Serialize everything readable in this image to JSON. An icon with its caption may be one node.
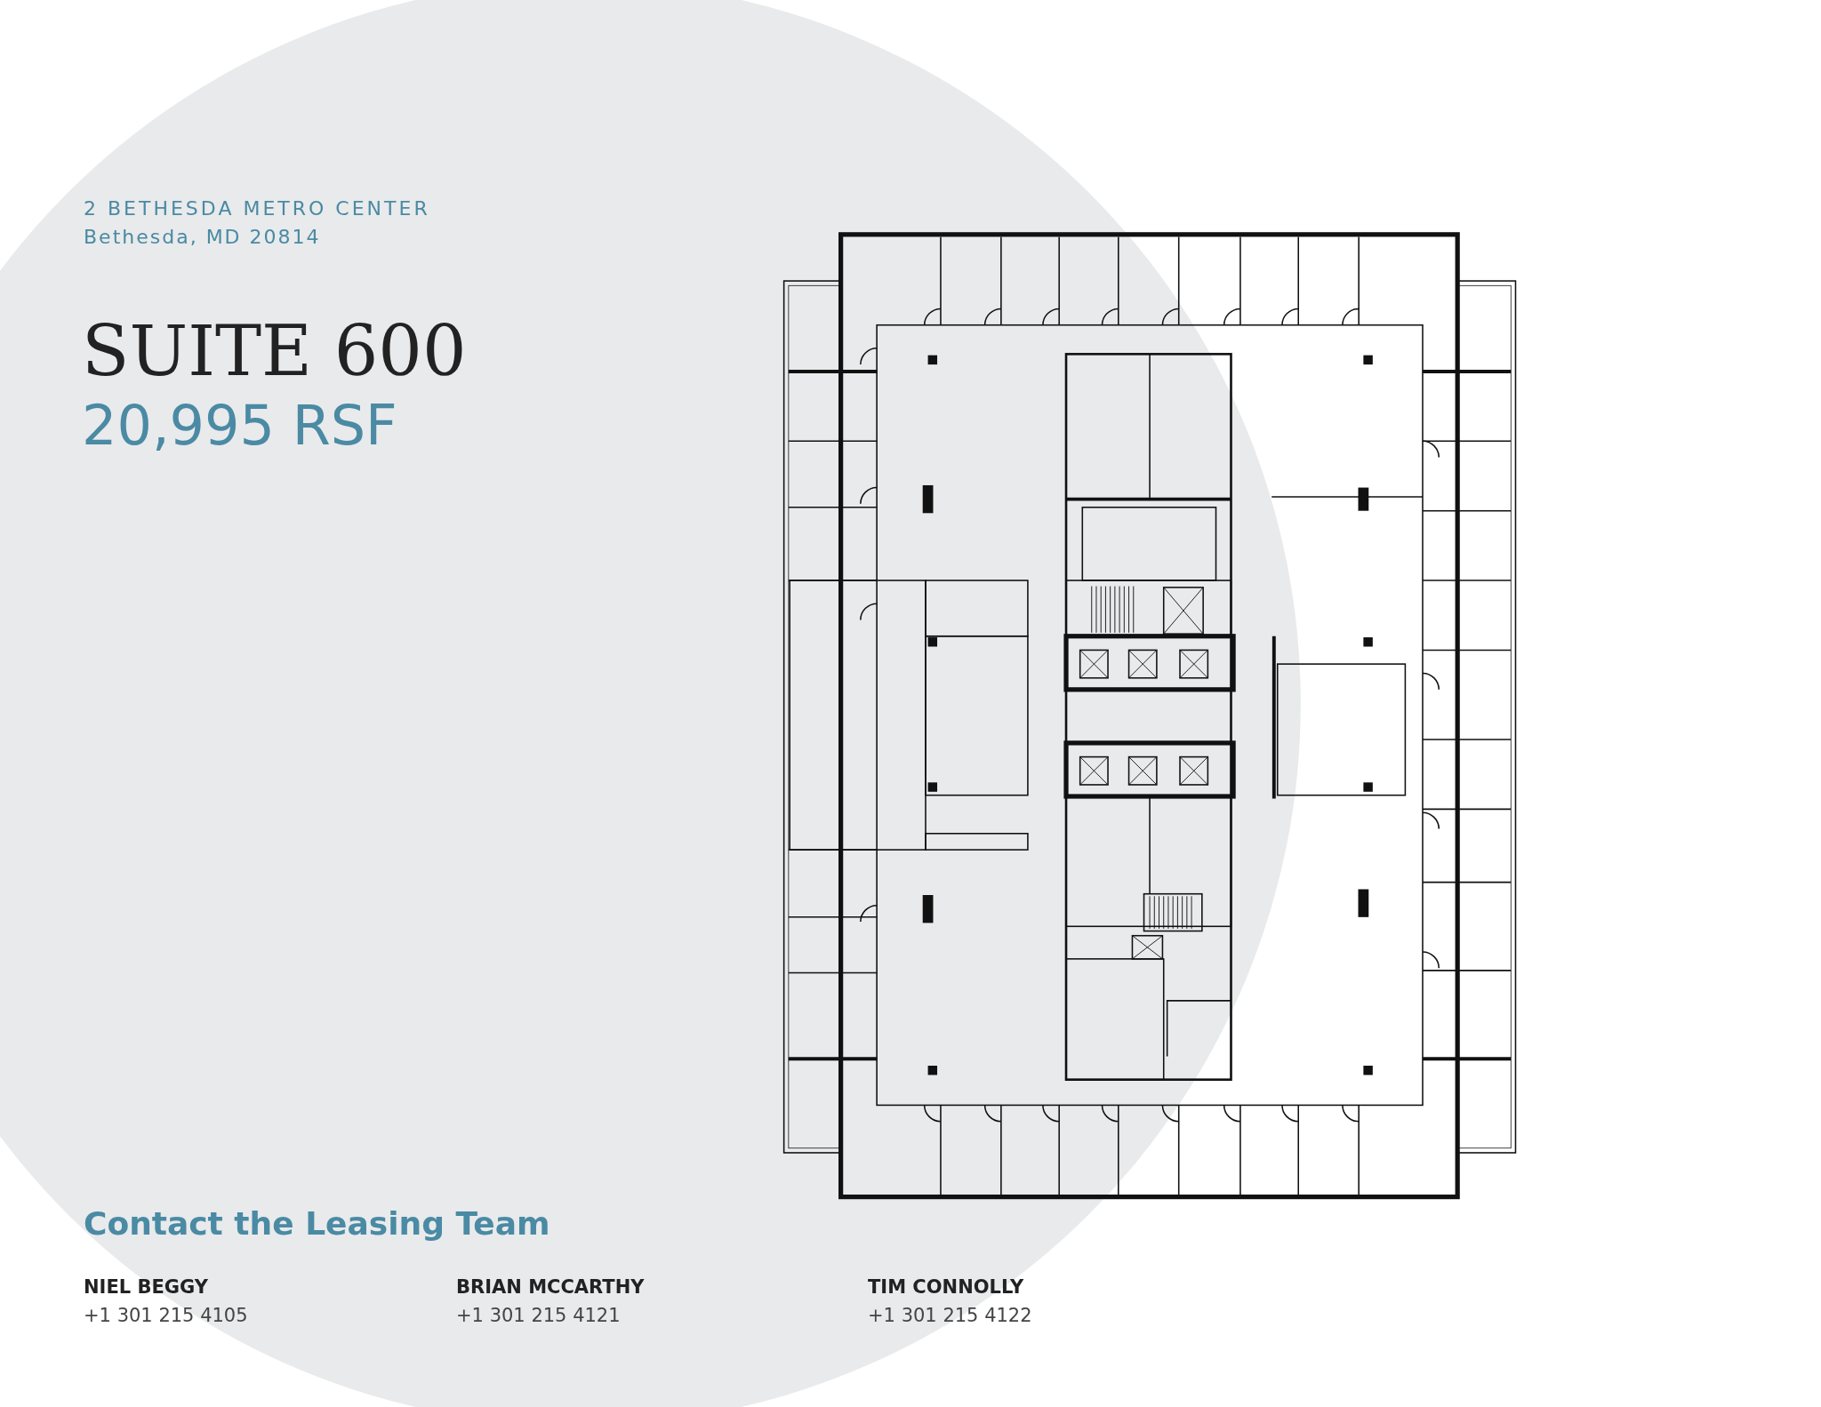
{
  "diagram": {
    "title": "SUITE 600",
    "labels": [
      "2 BETHESDA METRO CENTER",
      "Bethesda, MD 20814",
      "20,995 RSF",
      "Contact the Leasing Team",
      "NIEL BEGGY",
      "+1 301 215 4105",
      "BRIAN MCCARTHY",
      "+1 301 215 4121",
      "TIM CONNOLLY",
      "+1 301 215 4122"
    ]
  }
}
